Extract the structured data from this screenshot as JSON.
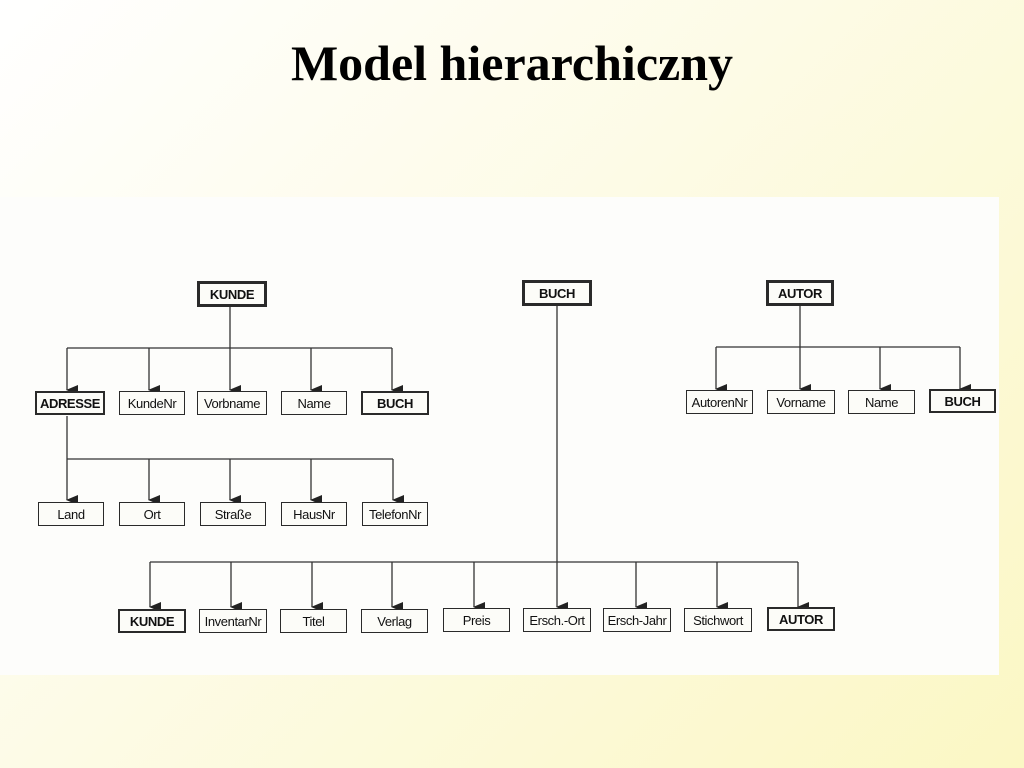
{
  "title": "Model hierarchiczny",
  "kunde_tree": {
    "root": "KUNDE",
    "children": [
      "ADRESSE",
      "KundeNr",
      "Vorbname",
      "Name",
      "BUCH"
    ],
    "adresse_children": [
      "Land",
      "Ort",
      "Straße",
      "HausNr",
      "TelefonNr"
    ]
  },
  "buch_tree": {
    "root": "BUCH",
    "children": [
      "KUNDE",
      "InventarNr",
      "Titel",
      "Verlag",
      "Preis",
      "Ersch.-Ort",
      "Ersch-Jahr",
      "Stichwort",
      "AUTOR"
    ]
  },
  "autor_tree": {
    "root": "AUTOR",
    "children": [
      "AutorenNr",
      "Vorname",
      "Name",
      "BUCH"
    ]
  }
}
